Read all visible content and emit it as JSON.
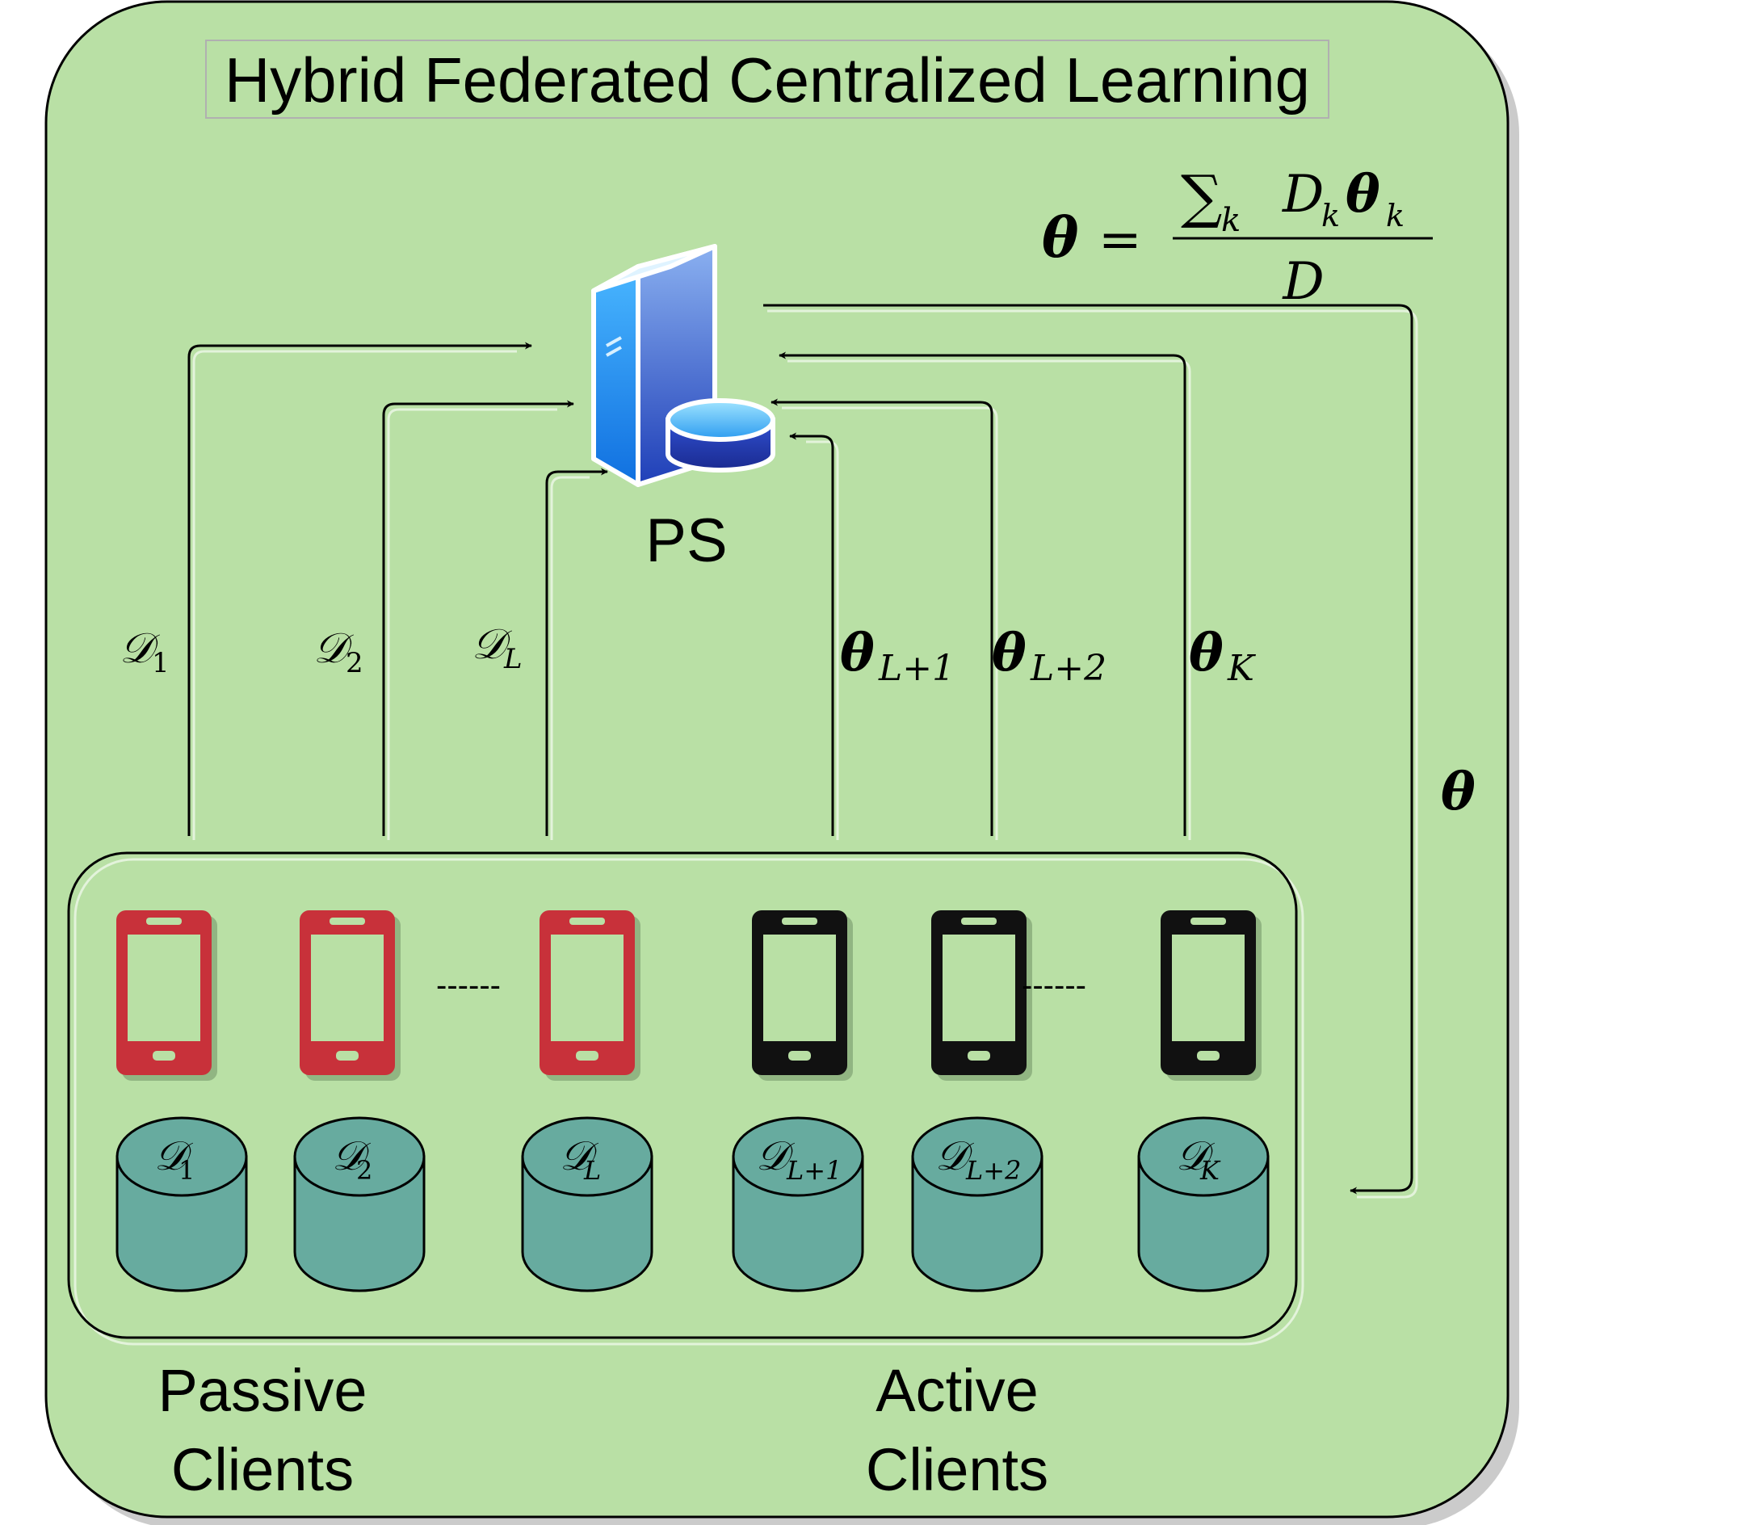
{
  "title": "Hybrid Federated Centralized Learning",
  "server_label": "PS",
  "server_icon": "server-database-icon",
  "aggregation": {
    "lhs": "θ",
    "equals": "=",
    "sum": "∑",
    "sum_sub": "k",
    "numerator_d": "D",
    "numerator_d_sub": "k",
    "numerator_theta": "θ",
    "numerator_theta_sub": "k",
    "denominator": "D"
  },
  "broadcast_label": "θ",
  "uplinks": [
    {
      "base": "𝒟",
      "sub": "1",
      "style": "data"
    },
    {
      "base": "𝒟",
      "sub": "2",
      "style": "data"
    },
    {
      "base": "𝒟",
      "sub": "L",
      "style": "data"
    },
    {
      "base": "θ",
      "sub": "L+1",
      "style": "model"
    },
    {
      "base": "θ",
      "sub": "L+2",
      "style": "model"
    },
    {
      "base": "θ",
      "sub": "K",
      "style": "model"
    }
  ],
  "clients": [
    {
      "type": "passive",
      "color": "#c8313a",
      "dataset_base": "𝒟",
      "dataset_sub": "1"
    },
    {
      "type": "passive",
      "color": "#c8313a",
      "dataset_base": "𝒟",
      "dataset_sub": "2"
    },
    {
      "type": "passive",
      "color": "#c8313a",
      "dataset_base": "𝒟",
      "dataset_sub": "L"
    },
    {
      "type": "active",
      "color": "#111111",
      "dataset_base": "𝒟",
      "dataset_sub": "L+1"
    },
    {
      "type": "active",
      "color": "#111111",
      "dataset_base": "𝒟",
      "dataset_sub": "L+2"
    },
    {
      "type": "active",
      "color": "#111111",
      "dataset_base": "𝒟",
      "dataset_sub": "K"
    }
  ],
  "ellipsis": "------",
  "group_labels": {
    "passive_line1": "Passive",
    "passive_line2": "Clients",
    "active_line1": "Active",
    "active_line2": "Clients"
  },
  "colors": {
    "background_panel": "#b9e0a5",
    "cylinder": "#67ab9f",
    "passive_phone": "#c8313a",
    "active_phone": "#111111"
  }
}
